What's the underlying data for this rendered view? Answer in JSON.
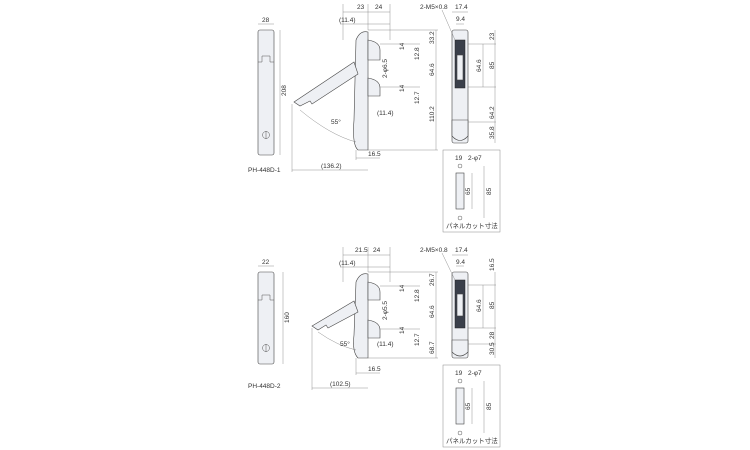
{
  "drawings": [
    {
      "model": "PH-448D-1",
      "front": {
        "width": "28",
        "height": "208"
      },
      "side": {
        "d1": "23",
        "d2": "24",
        "offset_top": "(11.4)",
        "h1": "14",
        "h2": "12.8",
        "h3": "33.2",
        "holes": "2-φ6.5",
        "pitch": "64.6",
        "h4": "14",
        "h5": "12.7",
        "h6": "110.2",
        "offset_mid": "(11.4)",
        "angle": "55°",
        "depth": "16.5",
        "reach": "(136.2)"
      },
      "back": {
        "thread": "2-M5×0.8",
        "width": "17.4",
        "center": "9.4",
        "r1": "23",
        "r2": "85",
        "pitch": "64.6",
        "r3": "64.2",
        "r4": "35.8"
      },
      "panel_cut": {
        "d1": "19",
        "holes": "2-φ7",
        "inner": "65",
        "outer": "85",
        "caption": "パネルカット寸法"
      }
    },
    {
      "model": "PH-448D-2",
      "front": {
        "width": "22",
        "height": "160"
      },
      "side": {
        "d1": "21.5",
        "d2": "24",
        "offset_top": "(11.4)",
        "h1": "14",
        "h2": "12.8",
        "h3": "26.7",
        "holes": "2-φ5.5",
        "pitch": "64.6",
        "h4": "14",
        "h5": "12.7",
        "h6": "68.7",
        "offset_mid": "(11.4)",
        "angle": "55°",
        "depth": "16.5",
        "reach": "(102.5)"
      },
      "back": {
        "thread": "2-M5×0.8",
        "width": "17.4",
        "center": "9.4",
        "r1": "16.5",
        "r2": "85",
        "pitch": "64.6",
        "r3": "28",
        "r4": "30.5"
      },
      "panel_cut": {
        "d1": "19",
        "holes": "2-φ7",
        "inner": "65",
        "outer": "85",
        "caption": "パネルカット寸法"
      }
    }
  ]
}
